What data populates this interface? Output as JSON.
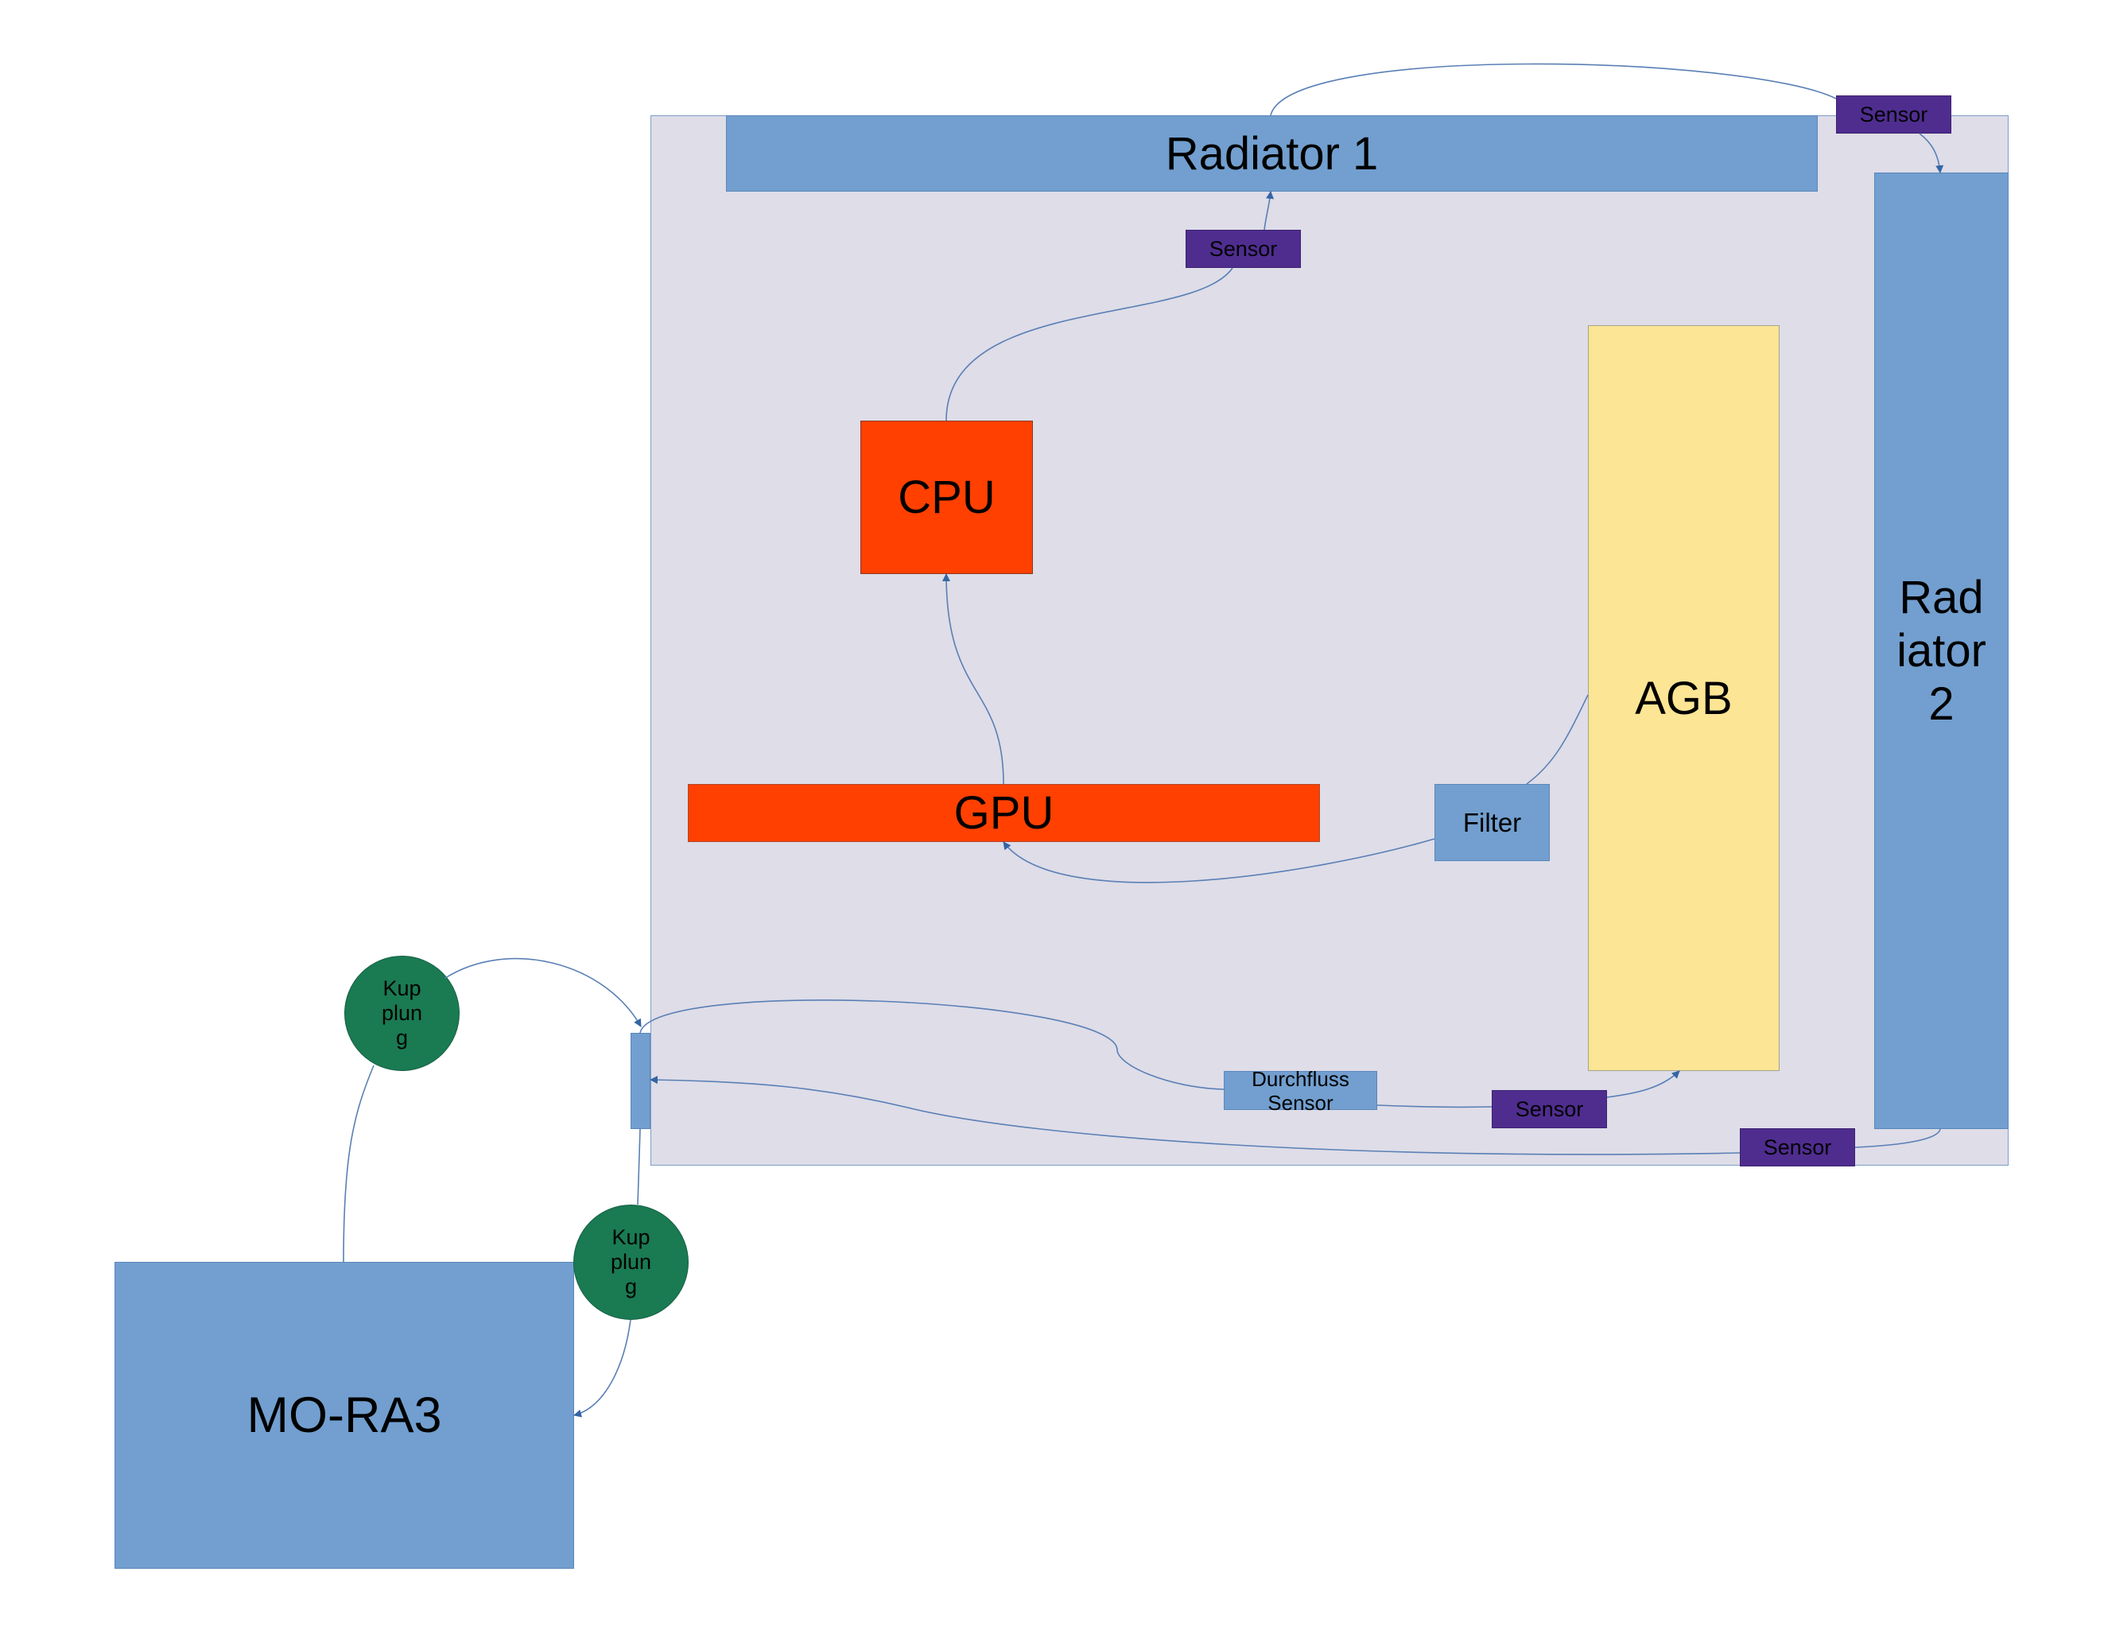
{
  "diagram": {
    "radiator1": {
      "label": "Radiator 1"
    },
    "radiator2": {
      "label": "Rad\niator\n2"
    },
    "agb": {
      "label": "AGB"
    },
    "cpu": {
      "label": "CPU"
    },
    "gpu": {
      "label": "GPU"
    },
    "filter": {
      "label": "Filter"
    },
    "durchfluss_sensor": {
      "label": "Durchfluss\nSensor"
    },
    "mora3": {
      "label": "MO-RA3"
    },
    "sensors": {
      "after_cpu": "Sensor",
      "top_right": "Sensor",
      "before_agb": "Sensor",
      "after_radiator2": "Sensor"
    },
    "kupplungen": {
      "upper": "Kup\nplun\ng",
      "lower": "Kup\nplun\ng"
    }
  },
  "colors": {
    "case_fill": "#dedde8",
    "radiator_blue": "#729fcf",
    "component_red": "#ff4000",
    "agb_yellow": "#fce594",
    "sensor_purple": "#4f2d8f",
    "kupplung_green": "#1a7a52",
    "flow_line": "#5a7fb5",
    "arrow_head": "#3465a4"
  }
}
